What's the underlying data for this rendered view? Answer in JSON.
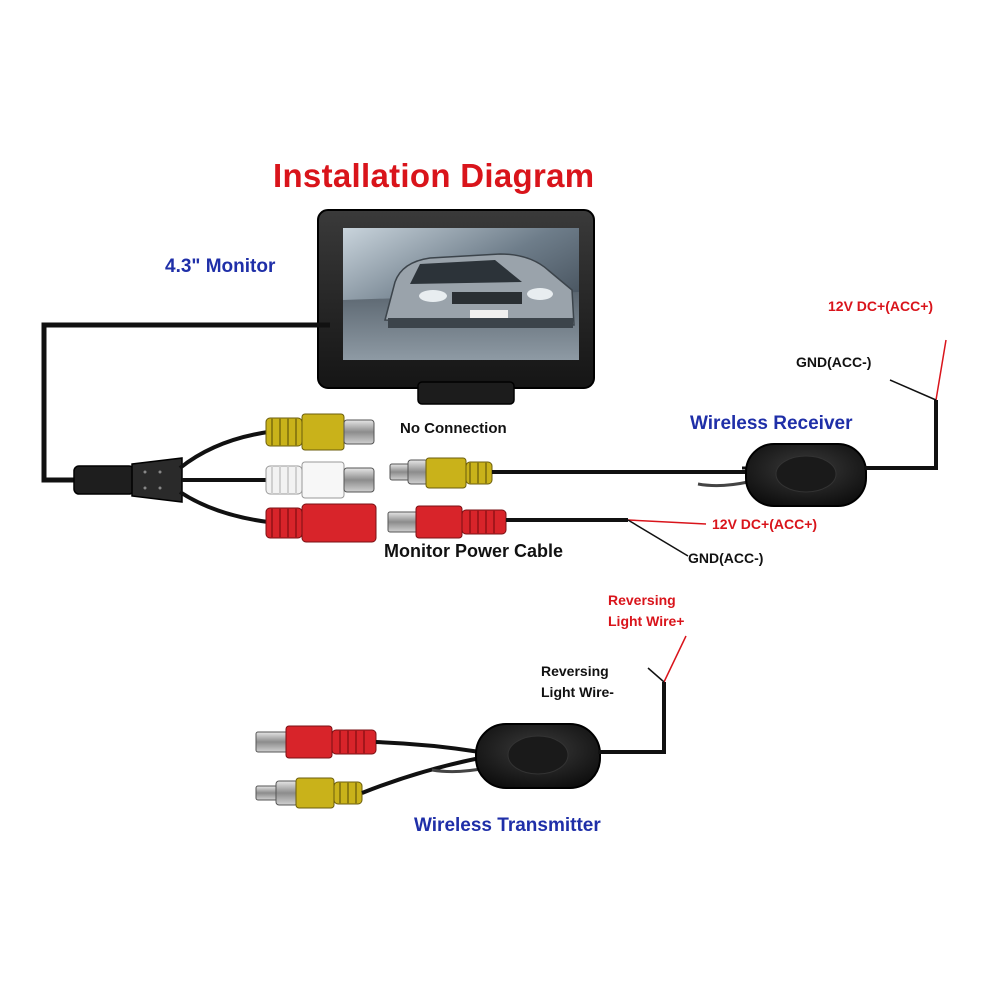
{
  "title": "Installation Diagram",
  "labels": {
    "monitor": "4.3\" Monitor",
    "no_connection": "No Connection",
    "wireless_receiver": "Wireless Receiver",
    "receiver_power": "12V DC+(ACC+)",
    "receiver_ground": "GND(ACC-)",
    "monitor_power_cable": "Monitor Power Cable",
    "cable_power": "12V DC+(ACC+)",
    "cable_ground": "GND(ACC-)",
    "reversing_plus_line1": "Reversing",
    "reversing_plus_line2": "Light Wire+",
    "reversing_minus_line1": "Reversing",
    "reversing_minus_line2": "Light Wire-",
    "wireless_transmitter": "Wireless Transmitter"
  },
  "colors": {
    "title": "#d9141b",
    "label_blue": "#1f2fa8",
    "label_red": "#d9141b",
    "label_black": "#111111",
    "rca_yellow": "#c9b21a",
    "rca_white": "#f2f2f2",
    "rca_red": "#d8242a",
    "cable": "#111111"
  }
}
